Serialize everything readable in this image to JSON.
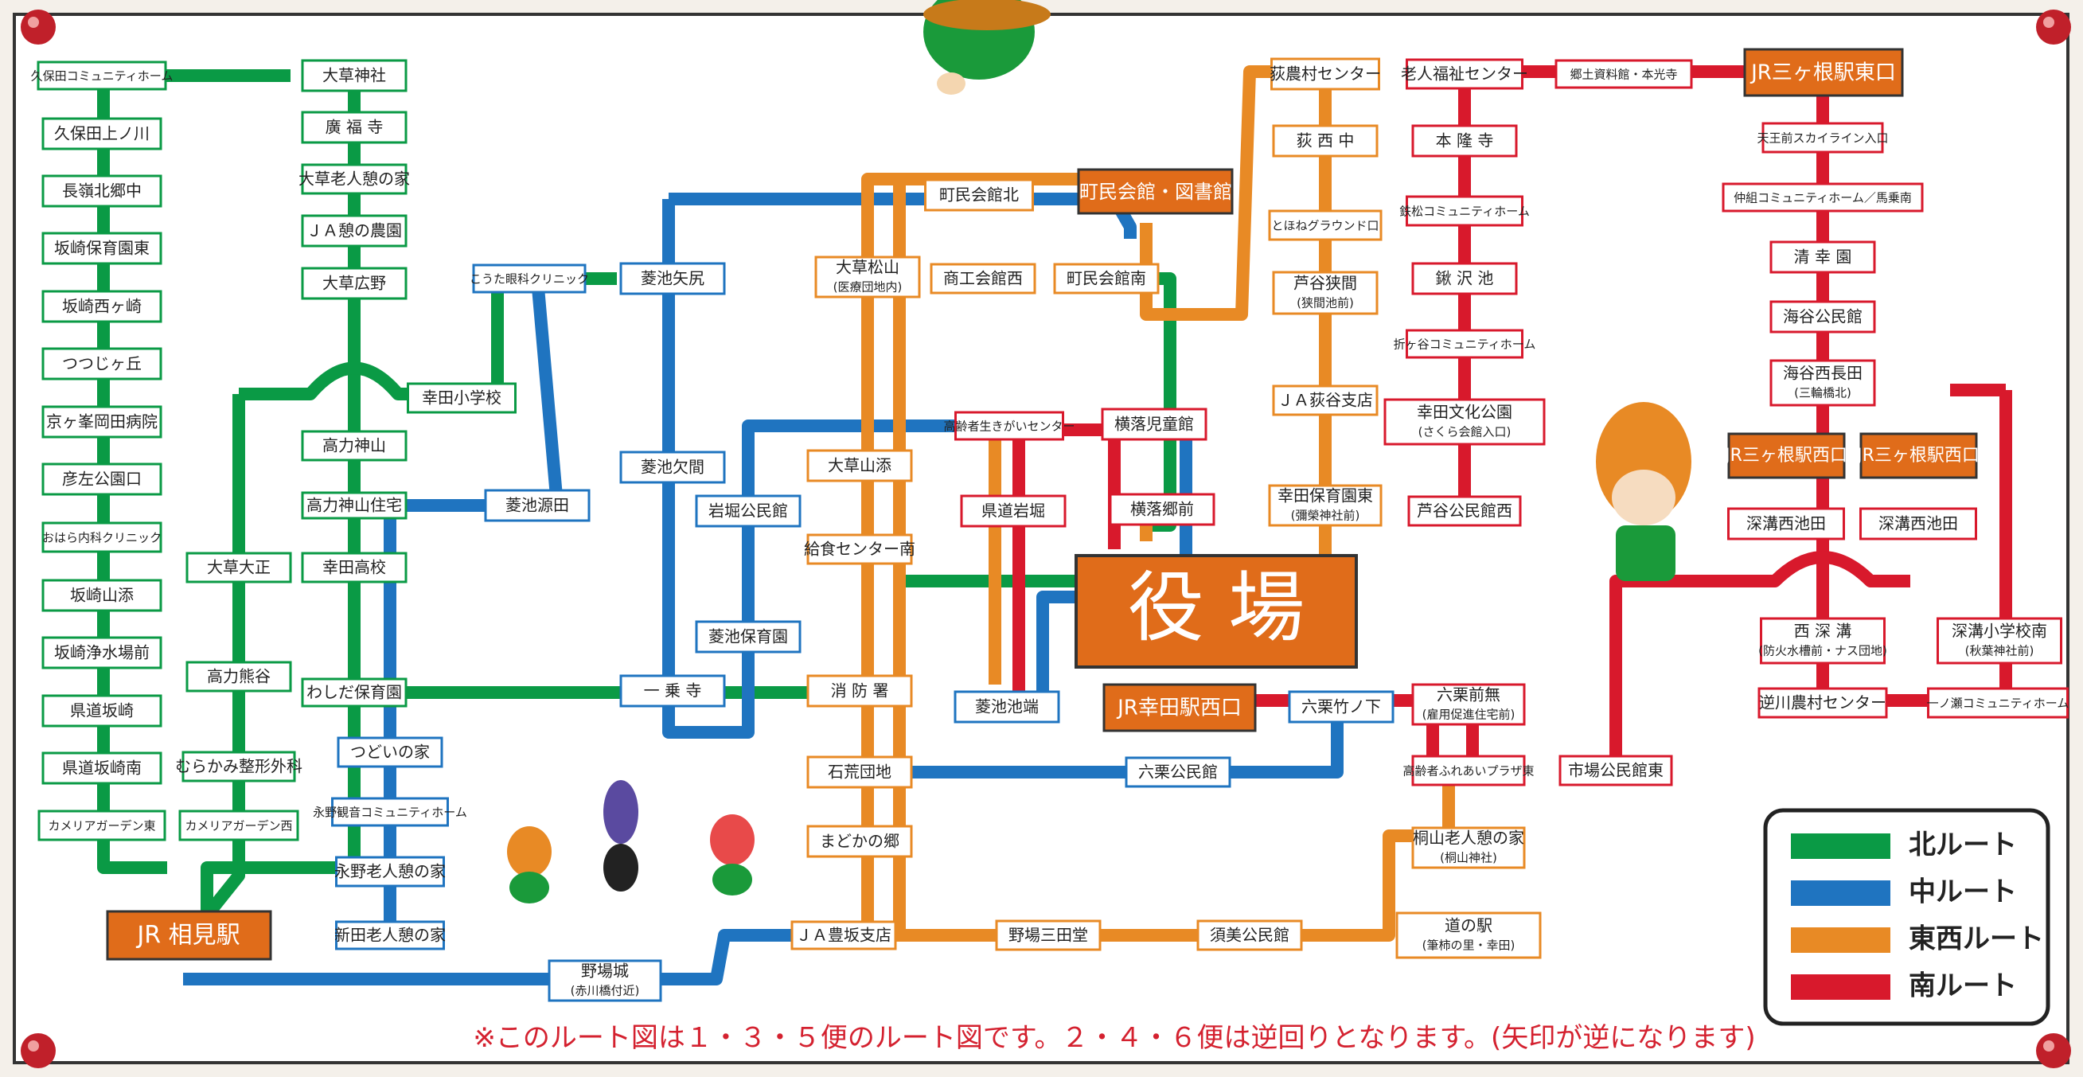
{
  "colors": {
    "north": "#0a9a45",
    "middle": "#1f74c0",
    "eastwest": "#e88a25",
    "south": "#d8192c",
    "hub": "#e06c1a"
  },
  "hubs": {
    "yakuba": "役 場",
    "aimi": "JR 相見駅",
    "kota_west": "JR幸田駅西口",
    "mikawa_east": "JR三ヶ根駅東口",
    "mikawa_west_a": "JR三ヶ根駅西口",
    "mikawa_west_b": "JR三ヶ根駅西口",
    "library": "町民会館・図書館"
  },
  "stations": {
    "kubota_community": "久保田コミュニティホーム",
    "kubota_kaminoshi": "久保田上ノ川",
    "nagane_kitagocho": "長嶺北郷中",
    "sakazaki_hoiku_higashi": "坂崎保育園東",
    "sakazaki_nishigasaki": "坂崎西ヶ崎",
    "tsutsujigaoka": "つつじヶ丘",
    "kyogamine": "京ヶ峯岡田病院",
    "hikoza_park": "彦左公園口",
    "ohara_clinic": "おはら内科クリニック",
    "sakazaki_yamazoe": "坂崎山添",
    "sakazaki_josui": "坂崎浄水場前",
    "kendo_sakazaki": "県道坂崎",
    "kendo_sakazaki_minami": "県道坂崎南",
    "camellia_east": "カメリアガーデン東",
    "okusa_jinja": "大草神社",
    "kofukuji": "廣 福 寺",
    "okusa_rojin": "大草老人憩の家",
    "ja_ikoi": "ＪＡ憩の農園",
    "okusa_hirono": "大草広野",
    "kota_elementary": "幸田小学校",
    "takariki_jinja": "高力神山",
    "takariki_jutaku": "高力神山住宅",
    "okusa_daisho": "大草大正",
    "kota_high": "幸田高校",
    "takariki_kumatani": "高力熊谷",
    "washida_hoiku": "わしだ保育園",
    "murakami": "むらかみ整形外科",
    "camellia_west": "カメリアガーデン西",
    "tsudoi": "つどいの家",
    "nagano_community": "永野観音コミュニティホーム",
    "nagano_rojin": "永野老人憩の家",
    "nitta_rojin": "新田老人憩の家",
    "kouta_clinic": "こうた眼科クリニック",
    "hishiike_yajiri": "菱池矢尻",
    "hishiike_minamota": "菱池源田",
    "hishiike_kenma": "菱池欠間",
    "iwahori_kominkan": "岩堀公民館",
    "hishiike_hoiku": "菱池保育園",
    "ichijoji": "一 乗 寺",
    "okusa_matsuyama": "大草松山",
    "okusa_matsuyama_sub": "(医療団地内)",
    "chomin_kita": "町民会館北",
    "shokokaikan": "商工会館西",
    "chomin_minami": "町民会館南",
    "okusa_yamazoe": "大草山添",
    "kyushoku": "給食センター南",
    "shobosho": "消 防 署",
    "ishiara": "石荒団地",
    "madokanosato": "まどかの郷",
    "ja_toyosaka": "ＪＡ豊坂支店",
    "nobajo": "野場城",
    "nobajo_sub": "(赤川橋付近)",
    "koreisha": "高齢者生きがいセンター",
    "yokochi_jidokan": "横落児童館",
    "kendo_iwahori": "県道岩堀",
    "yokochi_gomae": "横落郷前",
    "hishiike_ikebata": "菱池池端",
    "rokuguri_takenoshita": "六栗竹ノ下",
    "rokuguri_kominkan": "六栗公民館",
    "noba_sando": "野場三田堂",
    "sumi_kominkan": "須美公民館",
    "michinoeki": "道の駅",
    "michinoeki_sub": "(筆柿の里・幸田)",
    "ogino_center": "荻農村センター",
    "ogi_nishi": "荻 西 中",
    "tokowa_ground": "とほねグラウンド口",
    "ashiya_sema": "芦谷狭間",
    "ashiya_sema_sub": "(狭間池前)",
    "ja_ogi": "ＪＡ荻谷支店",
    "kota_hoiku_higashi": "幸田保育園東",
    "kota_hoiku_higashi_sub": "(彌榮神社前)",
    "rojin_fukushi": "老人福祉センター",
    "kyodo_shiryokan": "郷土資料館・本光寺",
    "honryuji": "本 隆 寺",
    "ichimatsu_community": "鉄松コミュニティホーム",
    "ebisawa_ike": "鍬 沢 池",
    "orita_community": "折ヶ谷コミュニティホーム",
    "kota_bunka": "幸田文化公園",
    "kota_bunka_sub": "(さくら会館入口)",
    "ashiya_kominkan": "芦谷公民館西",
    "rokuguri_maenashi": "六栗前無",
    "rokuguri_maenashi_sub": "(雇用促進住宅前)",
    "fureai_plaza": "高齢者ふれあいプラザ東",
    "kiriyama_rojin": "桐山老人憩の家",
    "kiriyama_rojin_sub": "(桐山神社)",
    "ichiba_kominkan": "市場公民館東",
    "tenno_skyline": "天王前スカイライン入口",
    "nakagumi": "仲組コミュニティホーム／馬乗南",
    "seikoen": "清 幸 園",
    "kaiya_kominkan": "海谷公民館",
    "kaiya_nishi": "海谷西長田",
    "kaiya_nishi_sub": "(三輪橋北)",
    "fukamizo_a": "深溝西池田",
    "fukamizo_b": "深溝西池田",
    "nishi_fukamizo": "西 深 溝",
    "nishi_fukamizo_sub": "(防火水槽前・ナス団地)",
    "fukamizo_shogakko": "深溝小学校南",
    "fukamizo_shogakko_sub": "(秋葉神社前)",
    "sakagawa_center": "逆川農村センター",
    "ichinose_community": "一ノ瀬コミュニティホーム"
  },
  "legend": {
    "north": "北ルート",
    "middle": "中ルート",
    "eastwest": "東西ルート",
    "south": "南ルート"
  },
  "footer_note": "※このルート図は１・３・５便のルート図です。２・４・６便は逆回りとなります。(矢印が逆になります)"
}
